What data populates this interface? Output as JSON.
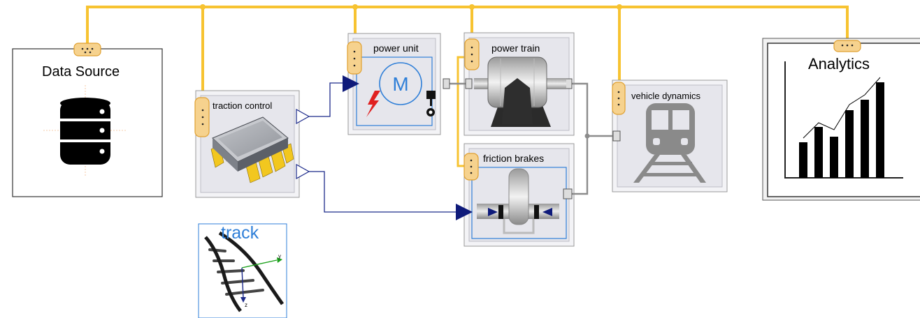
{
  "blocks": {
    "data_source": {
      "label": "Data Source",
      "icon": "database-icon"
    },
    "traction_control": {
      "label": "traction control",
      "icon": "chip-icon"
    },
    "power_unit": {
      "label": "power unit",
      "icon": "motor-icon",
      "motor_letter": "M"
    },
    "power_train": {
      "label": "power train",
      "icon": "gearbox-icon"
    },
    "friction_brakes": {
      "label": "friction brakes",
      "icon": "brake-disc-icon"
    },
    "vehicle_dynamics": {
      "label": "vehicle dynamics",
      "icon": "train-icon"
    },
    "analytics": {
      "label": "Analytics",
      "icon": "bar-chart-icon"
    },
    "track": {
      "label": "track",
      "icon": "rail-track-icon",
      "axis_y": "y",
      "axis_z": "z"
    }
  },
  "colors": {
    "bus": "#f7c331",
    "signal": "#1c2a8a",
    "mechanical": "#8c8c8c",
    "block_fill": "#e6e6ec",
    "block_border": "#9a9a9a",
    "motor_blue": "#2f7fd8",
    "track_title": "#2f7fd8",
    "connector_fill": "#f6d28e"
  }
}
